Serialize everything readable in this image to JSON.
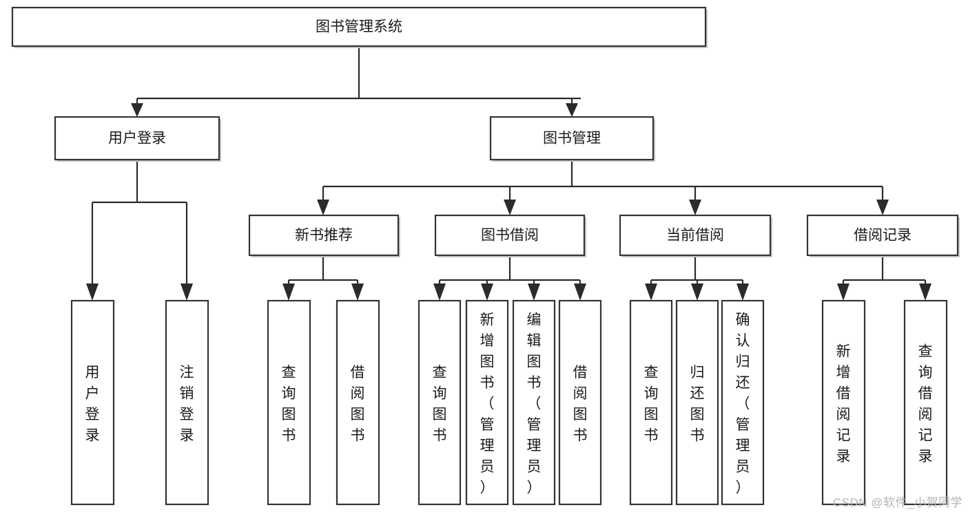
{
  "diagram": {
    "title": "图书管理系统",
    "watermark": "CSDN @软件_小贺同学",
    "colors": {
      "background": "#ffffff",
      "box_fill": "#ffffff",
      "box_stroke": "#333333",
      "connector": "#2b2b2b",
      "text": "#1a1a1a",
      "watermark": "#b3b3b3"
    },
    "root": {
      "label": "图书管理系统"
    },
    "level1": [
      {
        "label": "用户登录"
      },
      {
        "label": "图书管理"
      }
    ],
    "level2": [
      {
        "label": "新书推荐"
      },
      {
        "label": "图书借阅"
      },
      {
        "label": "当前借阅"
      },
      {
        "label": "借阅记录"
      }
    ],
    "leaves": {
      "user_login": [
        {
          "label": "用户登录"
        },
        {
          "label": "注销登录"
        }
      ],
      "new_book": [
        {
          "label": "查询图书"
        },
        {
          "label": "借阅图书"
        }
      ],
      "book_borrow": [
        {
          "label": "查询图书"
        },
        {
          "label": "新增图书（管理员）"
        },
        {
          "label": "编辑图书（管理员）"
        },
        {
          "label": "借阅图书"
        }
      ],
      "current_borrow": [
        {
          "label": "查询图书"
        },
        {
          "label": "归还图书"
        },
        {
          "label": "确认归还（管理员）"
        }
      ],
      "borrow_record": [
        {
          "label": "新增借阅记录"
        },
        {
          "label": "查询借阅记录"
        }
      ]
    }
  }
}
